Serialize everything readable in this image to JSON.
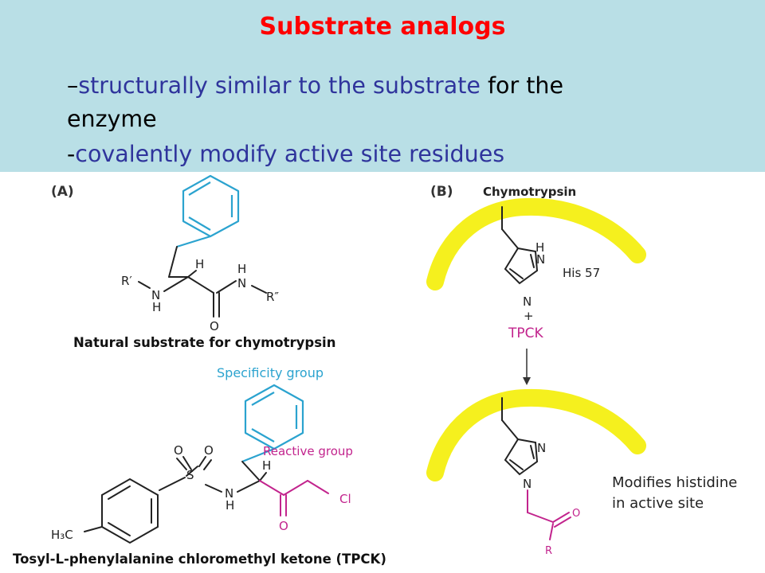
{
  "slide": {
    "title": "Substrate analogs",
    "bullets": [
      {
        "prefix": "–",
        "blue_text": "structurally similar to the substrate",
        "black_text": " for the"
      },
      {
        "text": "enzyme"
      },
      {
        "prefix": "-",
        "blue_text": "covalently modify active site residues"
      }
    ]
  },
  "panel_a": {
    "label": "(A)",
    "caption_natural": "Natural substrate for chymotrypsin",
    "label_specificity": "Specificity group",
    "label_reactive": "Reactive group",
    "caption_tpck": "Tosyl-L-phenylalanine chloromethyl ketone (TPCK)",
    "atoms": {
      "H": "H",
      "N": "N",
      "O": "O",
      "S": "S",
      "Cl": "Cl",
      "R_prime": "R′",
      "R_dprime": "R″",
      "H3C": "H₃C"
    }
  },
  "panel_b": {
    "label": "(B)",
    "enzyme": "Chymotrypsin",
    "residue": "His 57",
    "plus": "+",
    "reagent": "TPCK",
    "atoms": {
      "H": "H",
      "N": "N",
      "O": "O",
      "R": "R"
    },
    "note_line1": "Modifies histidine",
    "note_line2": "in active site"
  },
  "colors": {
    "header_bg": "#b9dfe6",
    "title": "#ff0000",
    "bullet_blue": "#2f349c",
    "specificity": "#2ba3cf",
    "reactive": "#c2248d",
    "enzyme_band": "#f5f01e"
  }
}
